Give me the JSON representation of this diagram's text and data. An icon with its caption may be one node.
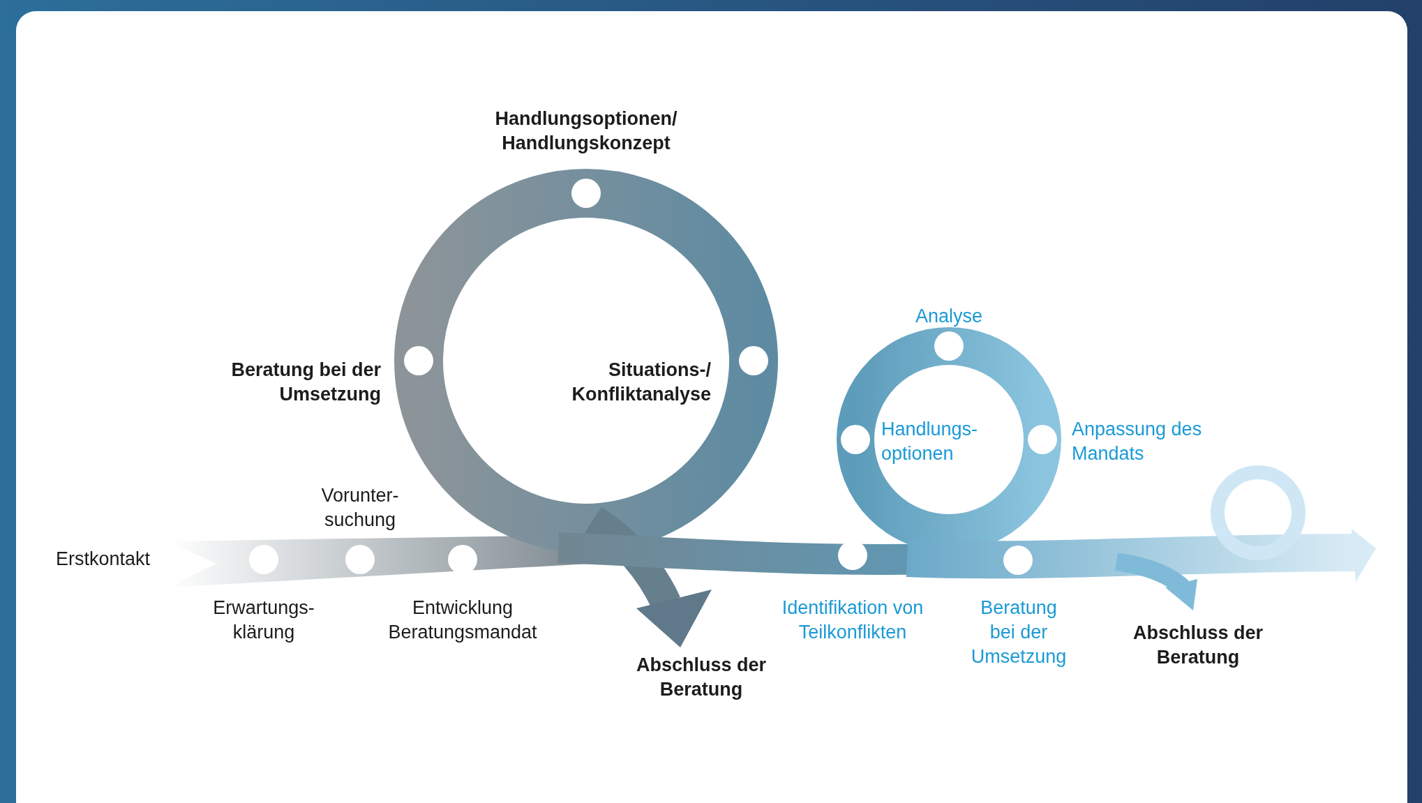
{
  "diagram": {
    "nodes": [
      {
        "text": [],
        "shape": "circle",
        "beside": [
          "Handlungsoptionen/ Handlungskonzept"
        ]
      },
      {
        "text": [],
        "shape": "circle",
        "beside": [
          "Beratung bei der Umsetzung"
        ]
      },
      {
        "text": [],
        "shape": "circle",
        "beside": [
          "Situations-/ Konfliktanalyse"
        ]
      },
      {
        "text": [],
        "shape": "circle",
        "beside": [
          "Analyse"
        ]
      },
      {
        "text": [],
        "shape": "circle",
        "beside": [
          "Handlungs- optionen"
        ]
      },
      {
        "text": [],
        "shape": "circle",
        "beside": [
          "Anpassung des Mandats"
        ]
      },
      {
        "text": [],
        "shape": "circle",
        "beside": [
          "Vorunter- suchung"
        ]
      },
      {
        "text": [],
        "shape": "circle",
        "beside": [
          "Erwartungs- klärung"
        ]
      },
      {
        "text": [],
        "shape": "circle",
        "beside": [
          "Entwicklung Beratungsmandat"
        ]
      },
      {
        "text": [],
        "shape": "circle",
        "beside": [
          "Identifikation von Teilkonflikten"
        ]
      },
      {
        "text": [],
        "shape": "circle",
        "beside": [
          "Beratung bei der Umsetzung"
        ]
      }
    ],
    "labels": [
      "Erstkontakt",
      "Abschluss der Beratung",
      "Abschluss der Beratung"
    ]
  }
}
